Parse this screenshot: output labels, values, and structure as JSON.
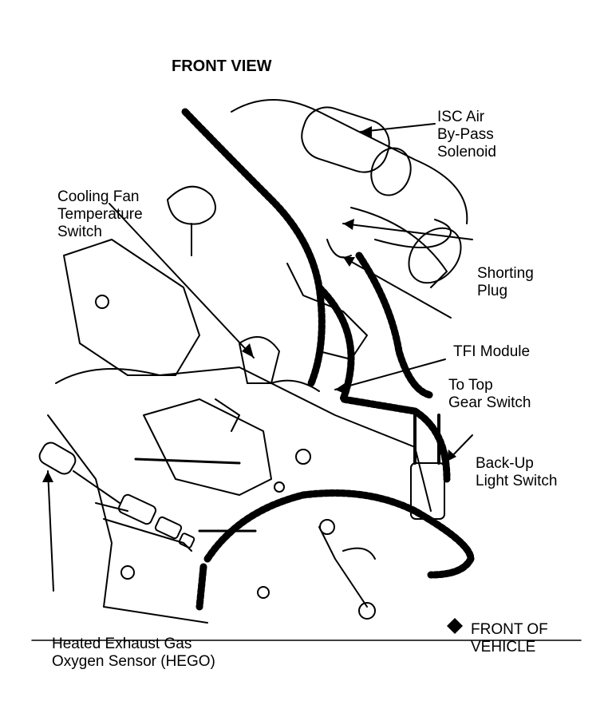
{
  "title": "FRONT VIEW",
  "labels": {
    "isc_solenoid": [
      "ISC Air",
      "By-Pass",
      "Solenoid"
    ],
    "cooling_fan_switch": [
      "Cooling Fan",
      "Temperature",
      "Switch"
    ],
    "shorting_plug": [
      "Shorting",
      "Plug"
    ],
    "tfi_module": [
      "TFI Module"
    ],
    "top_gear_switch": [
      "To Top",
      "Gear Switch"
    ],
    "backup_light_switch": [
      "Back-Up",
      "Light Switch"
    ],
    "hego_sensor": [
      "Heated Exhaust Gas",
      "Oxygen Sensor (HEGO)"
    ],
    "front_of_vehicle": [
      "FRONT OF",
      "VEHICLE"
    ]
  },
  "colors": {
    "ink": "#000000",
    "paper": "#ffffff"
  },
  "icons": {
    "direction_marker": "diamond-arrow-icon"
  }
}
